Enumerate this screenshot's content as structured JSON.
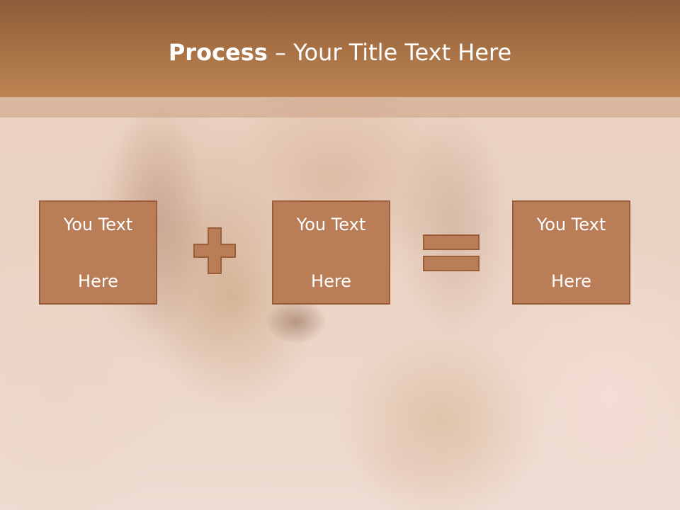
{
  "slide": {
    "title_bold": "Process",
    "title_separator": " – ",
    "title_rest": "Your Title Text Here"
  },
  "boxes": [
    {
      "line1": "You Text",
      "line2": "Here"
    },
    {
      "line1": "You Text",
      "line2": "Here"
    },
    {
      "line1": "You Text",
      "line2": "Here"
    }
  ],
  "operators": [
    "plus-icon",
    "equals-icon"
  ],
  "colors": {
    "header": "#a56f44",
    "box_fill": "#b97d57",
    "box_border": "#9a5f3a",
    "text": "#ffffff"
  }
}
